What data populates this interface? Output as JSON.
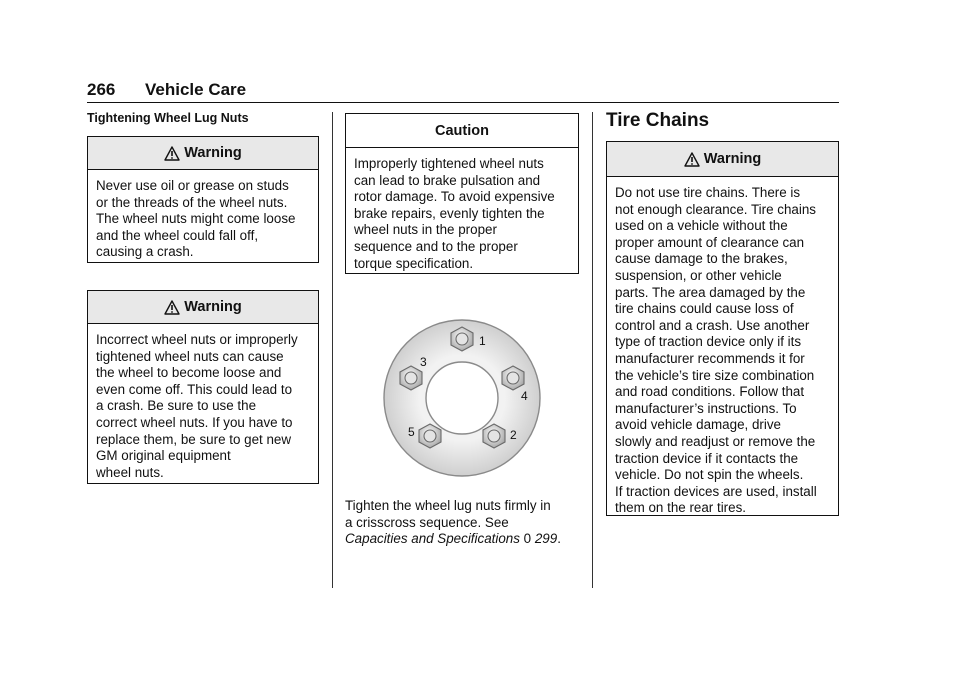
{
  "header": {
    "page_number": "266",
    "section": "Vehicle Care"
  },
  "column1": {
    "heading": "Tightening Wheel Lug Nuts",
    "warning1": {
      "title": "Warning",
      "lines": [
        "Never use oil or grease on studs",
        "or the threads of the wheel nuts.",
        "The wheel nuts might come loose",
        "and the wheel could fall off,",
        "causing a crash."
      ]
    },
    "warning2": {
      "title": "Warning",
      "lines": [
        "Incorrect wheel nuts or improperly",
        "tightened wheel nuts can cause",
        "the wheel to become loose and",
        "even come off. This could lead to",
        "a crash. Be sure to use the",
        "correct wheel nuts. If you have to",
        "replace them, be sure to get new",
        "GM original equipment",
        "wheel nuts."
      ]
    }
  },
  "column2": {
    "caution": {
      "title": "Caution",
      "lines": [
        "Improperly tightened wheel nuts",
        "can lead to brake pulsation and",
        "rotor damage. To avoid expensive",
        "brake repairs, evenly tighten the",
        "wheel nuts in the proper",
        "sequence and to the proper",
        "torque specification."
      ]
    },
    "diagram_labels": [
      "1",
      "2",
      "3",
      "4",
      "5"
    ],
    "paragraph": {
      "line1": "Tighten the wheel lug nuts firmly in",
      "line2": "a crisscross sequence. See",
      "link_text": "Capacities and Specifications",
      "ref_symbol": "0",
      "page_ref": "299",
      "end": "."
    }
  },
  "column3": {
    "title": "Tire Chains",
    "warning": {
      "title": "Warning",
      "lines": [
        "Do not use tire chains. There is",
        "not enough clearance. Tire chains",
        "used on a vehicle without the",
        "proper amount of clearance can",
        "cause damage to the brakes,",
        "suspension, or other vehicle",
        "parts. The area damaged by the",
        "tire chains could cause loss of",
        "control and a crash. Use another",
        "type of traction device only if its",
        "manufacturer recommends it for",
        "the vehicle’s tire size combination",
        "and road conditions. Follow that",
        "manufacturer’s instructions. To",
        "avoid vehicle damage, drive",
        "slowly and readjust or remove the",
        "traction device if it contacts the",
        "vehicle. Do not spin the wheels.",
        "If traction devices are used, install",
        "them on the rear tires."
      ]
    }
  }
}
